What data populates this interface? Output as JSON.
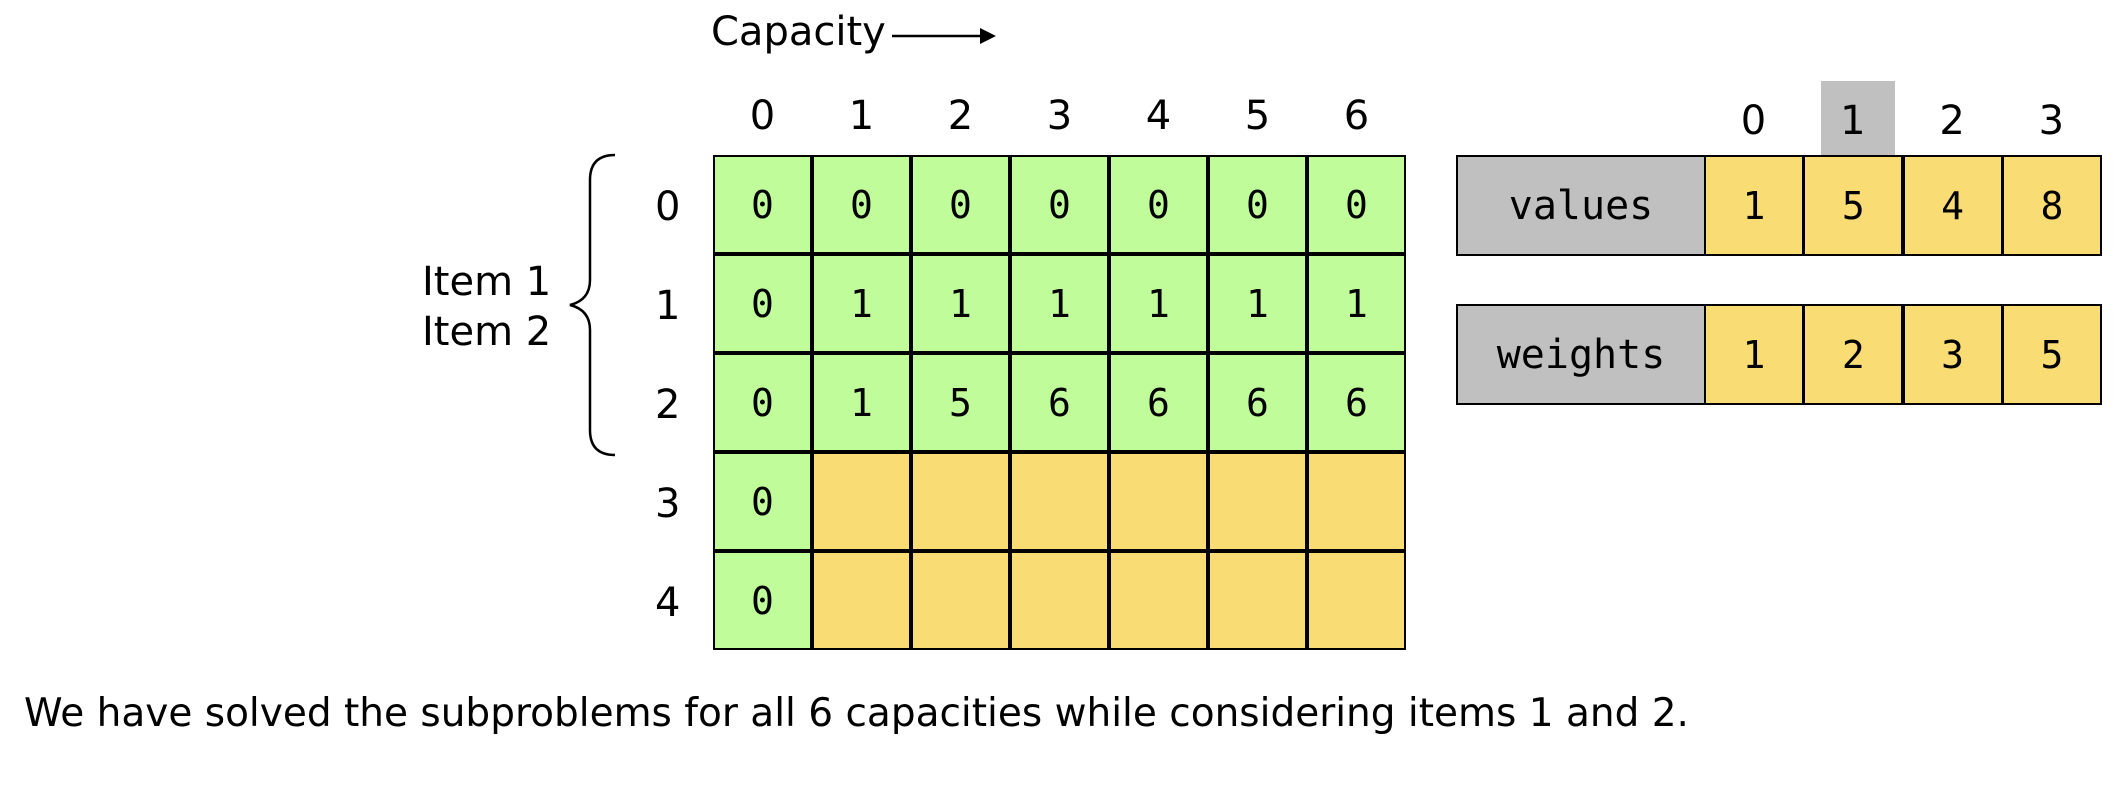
{
  "capacity_label": "Capacity",
  "column_headers": [
    "0",
    "1",
    "2",
    "3",
    "4",
    "5",
    "6"
  ],
  "row_headers": [
    "0",
    "1",
    "2",
    "3",
    "4"
  ],
  "brace_labels": [
    "Item 1",
    "Item 2"
  ],
  "dp_table": [
    [
      "0",
      "0",
      "0",
      "0",
      "0",
      "0",
      "0"
    ],
    [
      "0",
      "1",
      "1",
      "1",
      "1",
      "1",
      "1"
    ],
    [
      "0",
      "1",
      "5",
      "6",
      "6",
      "6",
      "6"
    ],
    [
      "0",
      "",
      "",
      "",
      "",
      "",
      ""
    ],
    [
      "0",
      "",
      "",
      "",
      "",
      "",
      ""
    ]
  ],
  "solved_rows": 3,
  "array_index_headers": [
    "0",
    "1",
    "2",
    "3"
  ],
  "highlighted_index": 1,
  "values_array": {
    "label": "values",
    "items": [
      "1",
      "5",
      "4",
      "8"
    ]
  },
  "weights_array": {
    "label": "weights",
    "items": [
      "1",
      "2",
      "3",
      "5"
    ]
  },
  "footer": "We have solved the subproblems for all 6 capacities while considering items 1 and 2.",
  "colors": {
    "solved_cell": "#c0fd9a",
    "pending_cell": "#f9dc74",
    "array_item": "#f9dc74",
    "array_label": "#c0c0c0",
    "highlight": "#c0c0c0"
  }
}
